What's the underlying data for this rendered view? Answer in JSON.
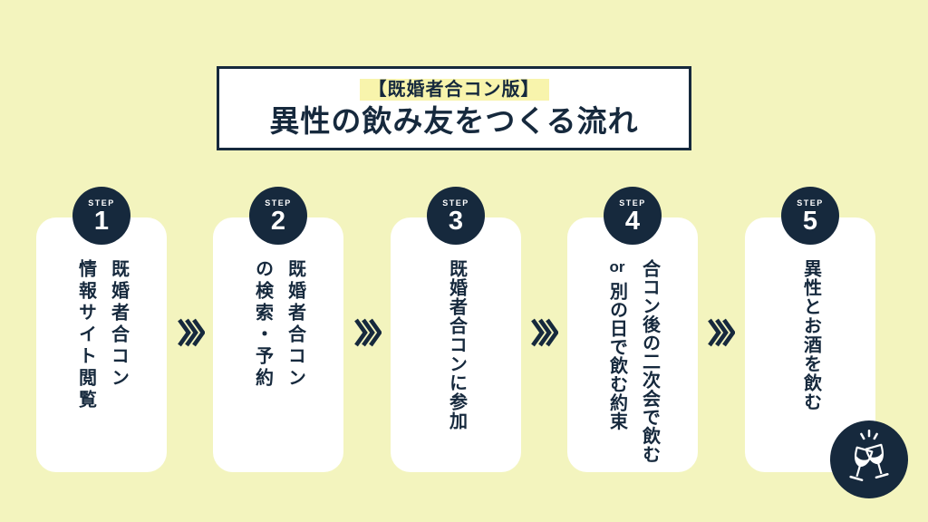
{
  "colors": {
    "background": "#F3F4BE",
    "navy": "#16293D",
    "card": "#FFFFFF",
    "subtitle_highlight": "#F8F4AC"
  },
  "header": {
    "subtitle": "【既婚者合コン版】",
    "title": "異性の飲み友をつくる流れ"
  },
  "steps": [
    {
      "badge": "STEP",
      "number": "1",
      "lines": [
        "既婚者合コン",
        "情報サイト閲覧"
      ]
    },
    {
      "badge": "STEP",
      "number": "2",
      "lines": [
        "既婚者合コン",
        "の検索・予約"
      ]
    },
    {
      "badge": "STEP",
      "number": "3",
      "lines": [
        "既婚者合コンに参加"
      ]
    },
    {
      "badge": "STEP",
      "number": "4",
      "lines": [
        "合コン後の二次会で飲む",
        "別の日で飲む約束"
      ],
      "or_label": "or"
    },
    {
      "badge": "STEP",
      "number": "5",
      "lines": [
        "異性とお酒を飲む"
      ]
    }
  ],
  "icons": {
    "arrow": "triple-chevron-right",
    "footer": "cheers-wine-glasses"
  }
}
